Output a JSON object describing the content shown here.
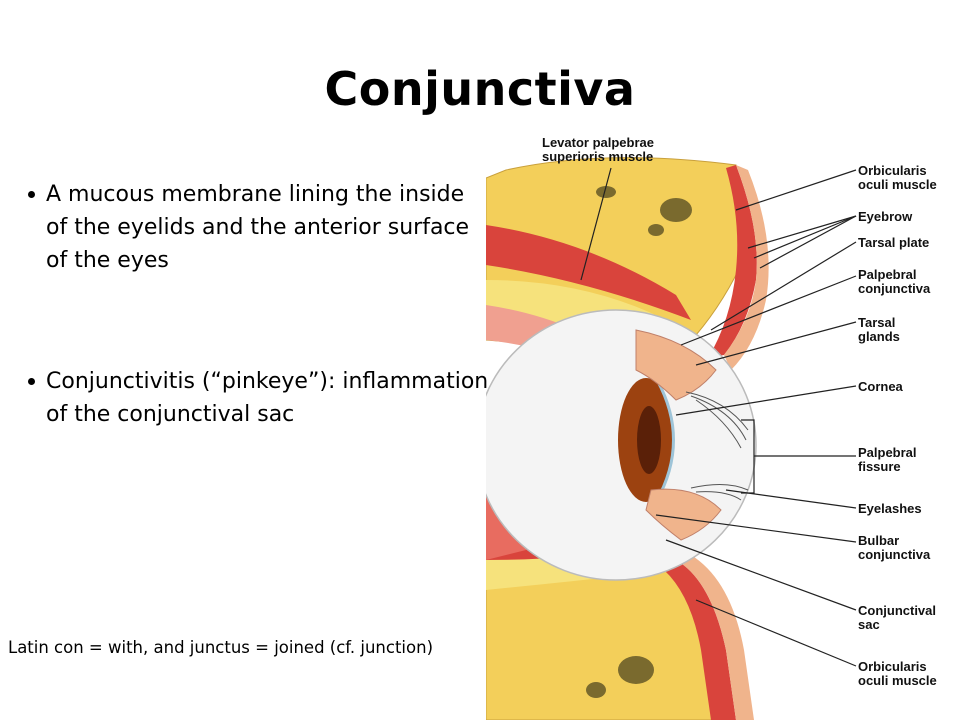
{
  "slide": {
    "title": "Conjunctiva",
    "bullets": [
      "A mucous membrane lining the inside of the eyelids and the anterior surface of the eyes",
      "Conjunctivitis (“pinkeye”): inflammation of the conjunctival sac"
    ],
    "footnote": "Latin con = with, and junctus = joined (cf. junction)"
  },
  "figure": {
    "labels": {
      "levator_line1": "Levator palpebrae",
      "levator_line2": "superioris muscle",
      "orbicularis_top_line1": "Orbicularis",
      "orbicularis_top_line2": "oculi muscle",
      "eyebrow": "Eyebrow",
      "tarsal_plate": "Tarsal plate",
      "palpebral_conj_line1": "Palpebral",
      "palpebral_conj_line2": "conjunctiva",
      "tarsal_glands_line1": "Tarsal",
      "tarsal_glands_line2": "glands",
      "cornea": "Cornea",
      "palpebral_fissure_line1": "Palpebral",
      "palpebral_fissure_line2": "fissure",
      "eyelashes": "Eyelashes",
      "bulbar_line1": "Bulbar",
      "bulbar_line2": "conjunctiva",
      "conj_sac_line1": "Conjunctival",
      "conj_sac_line2": "sac",
      "orbicularis_bottom_line1": "Orbicularis",
      "orbicularis_bottom_line2": "oculi muscle"
    },
    "colors": {
      "bone": "#f3cf5a",
      "fat": "#f6e27c",
      "muscle": "#d9443c",
      "muscle_light": "#f0a090",
      "sclera": "#f4f4f4",
      "iris": "#9c4210",
      "skin": "#f0b48c"
    }
  }
}
